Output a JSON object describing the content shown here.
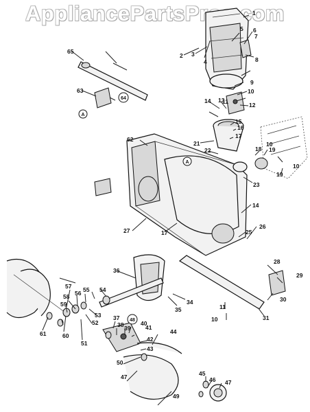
{
  "watermark": "AppliancePartsPros.com",
  "circle_refs": [
    {
      "text": "64"
    },
    {
      "text": "48"
    }
  ],
  "callout_letters": [
    {
      "text": "A"
    },
    {
      "text": "A"
    }
  ],
  "part_numbers": [
    "1",
    "2",
    "3",
    "4",
    "5",
    "6",
    "7",
    "8",
    "9",
    "10",
    "11",
    "12",
    "13",
    "14",
    "15",
    "16",
    "17",
    "18",
    "19",
    "10",
    "19",
    "10",
    "14",
    "21",
    "22",
    "23",
    "25",
    "26",
    "27",
    "17",
    "28",
    "29",
    "30",
    "31",
    "10",
    "11",
    "34",
    "35",
    "36",
    "37",
    "38",
    "39",
    "40",
    "41",
    "42",
    "43",
    "44",
    "45",
    "46",
    "47",
    "47",
    "49",
    "50",
    "51",
    "52",
    "53",
    "54",
    "55",
    "56",
    "57",
    "58",
    "59",
    "60",
    "61",
    "62",
    "63",
    "65"
  ]
}
